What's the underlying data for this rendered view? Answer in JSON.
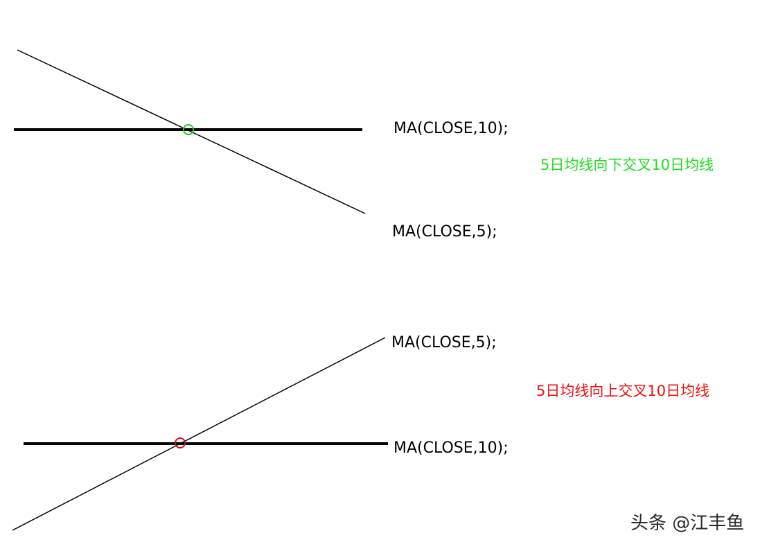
{
  "top": {
    "ma10_label": "MA(CLOSE,10);",
    "ma5_label": "MA(CLOSE,5);",
    "note": "5日均线向下交叉10日均线",
    "note_color": "#22dd22",
    "marker_color": "#22cc22",
    "marker_icon": "circle-marker"
  },
  "bottom": {
    "ma5_label": "MA(CLOSE,5);",
    "ma10_label": "MA(CLOSE,10);",
    "note": "5日均线向上交叉10日均线",
    "note_color": "#ee1111",
    "marker_color": "#cc1111",
    "marker_icon": "circle-marker"
  },
  "watermark": "头条 @江丰鱼",
  "line_color": "#000000"
}
